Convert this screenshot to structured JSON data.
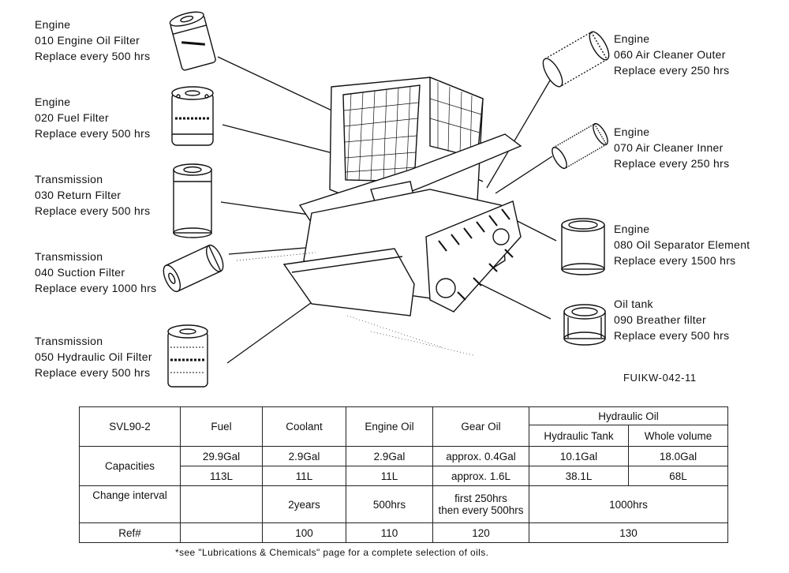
{
  "labels": [
    {
      "category": "Engine",
      "item": "010 Engine Oil Filter",
      "interval": "Replace every 500 hrs"
    },
    {
      "category": "Engine",
      "item": "020 Fuel Filter",
      "interval": "Replace every 500 hrs"
    },
    {
      "category": "Transmission",
      "item": "030 Return Filter",
      "interval": "Replace every 500 hrs"
    },
    {
      "category": "Transmission",
      "item": "040 Suction Filter",
      "interval": "Replace every 1000 hrs"
    },
    {
      "category": "Transmission",
      "item": "050 Hydraulic Oil Filter",
      "interval": "Replace every 500 hrs"
    },
    {
      "category": "Engine",
      "item": "060 Air Cleaner Outer",
      "interval": "Replace every 250 hrs"
    },
    {
      "category": "Engine",
      "item": "070 Air Cleaner Inner",
      "interval": "Replace every 250 hrs"
    },
    {
      "category": "Engine",
      "item": "080 Oil Separator Element",
      "interval": "Replace every 1500 hrs"
    },
    {
      "category": "Oil tank",
      "item": "090 Breather filter",
      "interval": "Replace every 500 hrs"
    }
  ],
  "figure_code": "FUIKW-042-11",
  "table": {
    "model": "SVL90-2",
    "columns": {
      "fuel": "Fuel",
      "coolant": "Coolant",
      "engine_oil": "Engine Oil",
      "gear_oil": "Gear Oil",
      "hydraulic_oil": "Hydraulic Oil",
      "hydraulic_tank": "Hydraulic Tank",
      "whole_volume": "Whole volume"
    },
    "rows": {
      "capacities": "Capacities",
      "change_interval": "Change interval",
      "ref": "Ref#"
    },
    "capacities_gal": {
      "fuel": "29.9Gal",
      "coolant": "2.9Gal",
      "engine_oil": "2.9Gal",
      "gear_oil": "approx. 0.4Gal",
      "hydraulic_tank": "10.1Gal",
      "whole_volume": "18.0Gal"
    },
    "capacities_l": {
      "fuel": "113L",
      "coolant": "11L",
      "engine_oil": "11L",
      "gear_oil": "approx. 1.6L",
      "hydraulic_tank": "38.1L",
      "whole_volume": "68L"
    },
    "change_interval": {
      "coolant": "2years",
      "engine_oil": "500hrs",
      "gear_oil_line1": "first 250hrs",
      "gear_oil_line2": "then every 500hrs",
      "hydraulic": "1000hrs"
    },
    "ref": {
      "coolant": "100",
      "engine_oil": "110",
      "gear_oil": "120",
      "hydraulic": "130"
    }
  },
  "footnote": "*see \"Lubrications & Chemicals\" page for a complete selection of oils."
}
